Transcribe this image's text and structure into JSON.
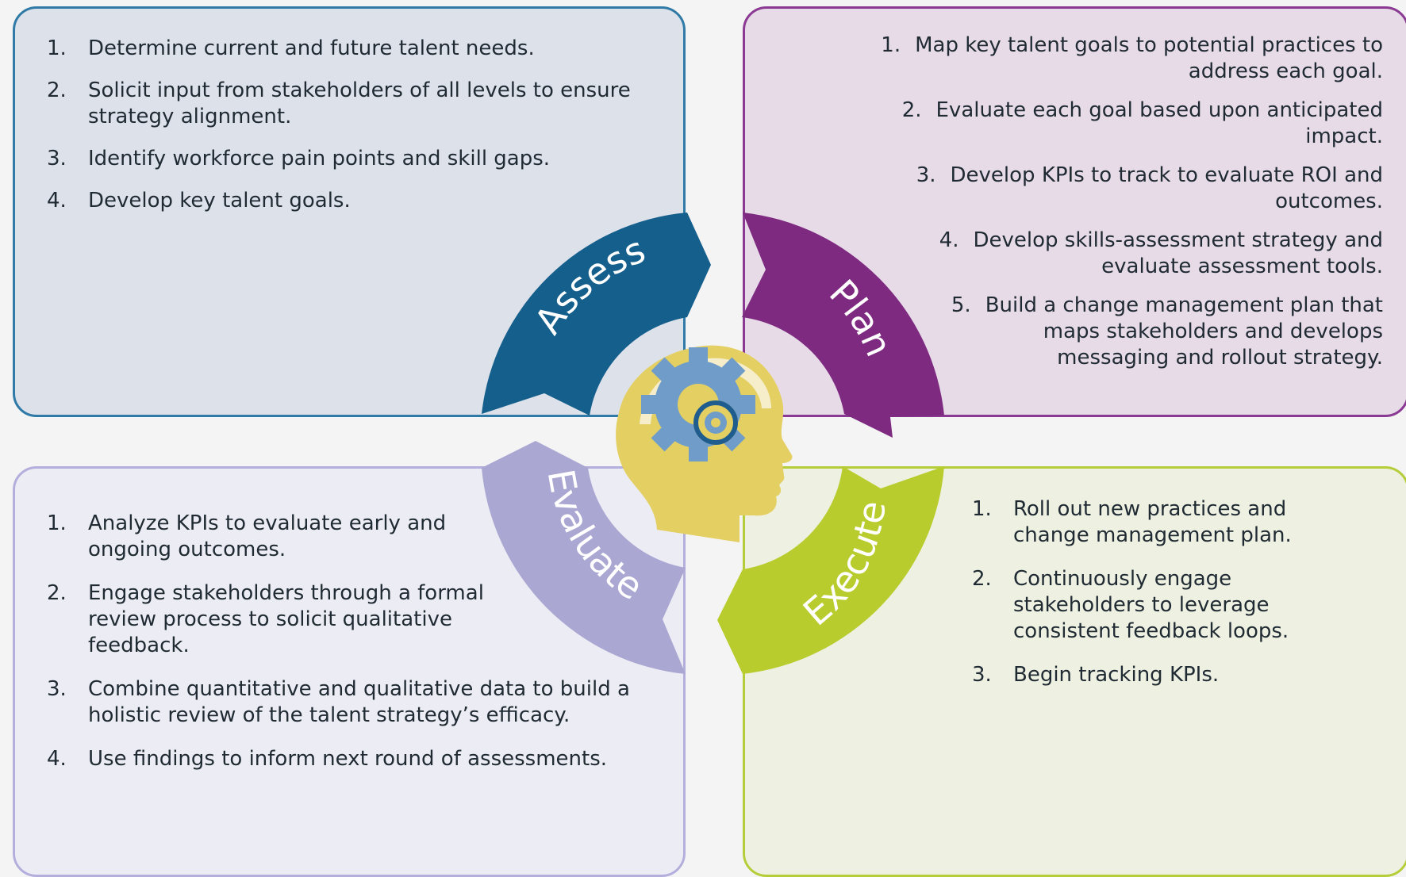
{
  "colors": {
    "assess": "#155f8c",
    "plan": "#7e2a80",
    "evaluate": "#aba7d3",
    "execute": "#b9cc2e",
    "head": "#e4cf63",
    "gear": "#6f9cc8",
    "gear_ring": "#1f5d8e"
  },
  "assess": {
    "label": "Assess",
    "steps": [
      {
        "num": "1.",
        "text": "Determine current and future talent needs."
      },
      {
        "num": "2.",
        "text": "Solicit input from stakeholders of all levels to ensure strategy alignment."
      },
      {
        "num": "3.",
        "text": "Identify workforce pain points and skill gaps."
      },
      {
        "num": "4.",
        "text": "Develop key talent goals."
      }
    ]
  },
  "plan": {
    "label": "Plan",
    "steps": [
      {
        "num": "1.",
        "text": "Map key talent goals to potential practices to address each goal."
      },
      {
        "num": "2.",
        "text": "Evaluate each goal based upon anticipated impact."
      },
      {
        "num": "3.",
        "text": "Develop KPIs to track to evaluate ROI and outcomes."
      },
      {
        "num": "4.",
        "text": "Develop skills-assessment strategy and evaluate assessment tools."
      },
      {
        "num": "5.",
        "text": "Build a change management plan that maps stakeholders and develops messaging and rollout strategy."
      }
    ]
  },
  "evaluate": {
    "label": "Evaluate",
    "steps": [
      {
        "num": "1.",
        "text": "Analyze KPIs to evaluate early and ongoing outcomes."
      },
      {
        "num": "2.",
        "text": "Engage stakeholders through a formal review process to solicit qualitative feedback."
      },
      {
        "num": "3.",
        "text": "Combine quantitative and qualitative data to build a holistic review of the talent strategy’s efficacy."
      },
      {
        "num": "4.",
        "text": "Use findings to inform next round of assessments."
      }
    ]
  },
  "execute": {
    "label": "Execute",
    "steps": [
      {
        "num": "1.",
        "text": "Roll out new practices and change management plan."
      },
      {
        "num": "2.",
        "text": "Continuously engage stakeholders to leverage consistent feedback loops."
      },
      {
        "num": "3.",
        "text": "Begin tracking KPIs."
      }
    ]
  }
}
